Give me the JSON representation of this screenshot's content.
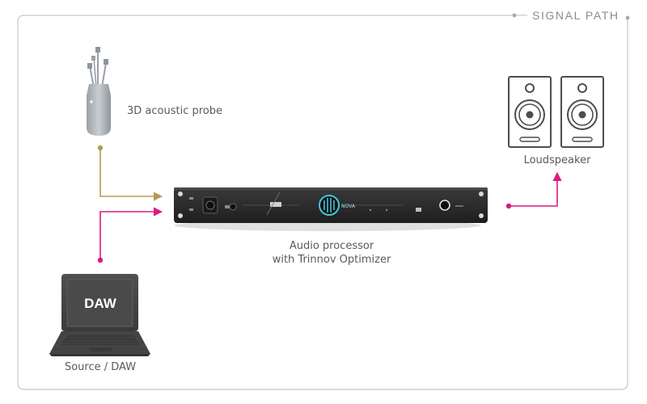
{
  "title": "SIGNAL PATH",
  "nodes": {
    "probe": {
      "label": "3D acoustic probe"
    },
    "loudspeaker": {
      "label": "Loudspeaker"
    },
    "processor": {
      "label_line1": "Audio processor",
      "label_line2": "with Trinnov Optimizer",
      "display_text": "NOVA"
    },
    "source": {
      "label": "Source / DAW",
      "screen_text": "DAW"
    }
  },
  "colors": {
    "probe_line": "#b59a54",
    "source_line": "#d81b7f",
    "output_line": "#d81b7f",
    "frame": "#c8c8c8",
    "device_body": "#2b2b2b",
    "accent": "#3fc8d8"
  }
}
